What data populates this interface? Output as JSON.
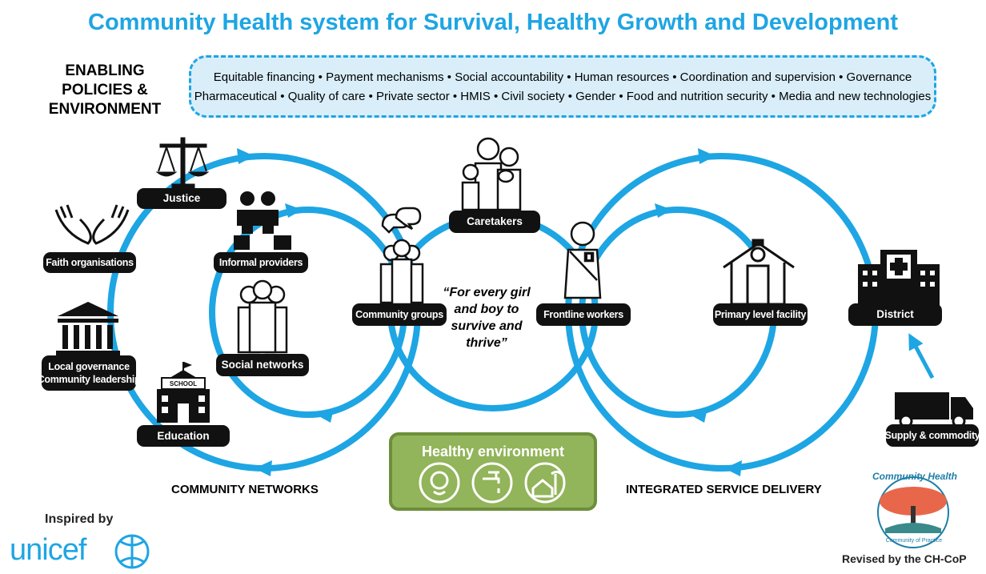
{
  "title": "Community Health system for Survival, Healthy Growth and Development",
  "enabling": {
    "label_lines": [
      "ENABLING",
      "POLICIES &",
      "ENVIRONMENT"
    ],
    "line1": "Equitable financing • Payment mechanisms • Social accountability • Human resources • Coordination and supervision • Governance",
    "line2": "Pharmaceutical • Quality of care • Private sector • HMIS • Civil society • Gender • Food and nutrition security • Media and new technologies"
  },
  "nodes": {
    "justice": "Justice",
    "faith": "Faith organisations",
    "informal": "Informal providers",
    "local_gov_1": "Local governance",
    "local_gov_2": "Community leadership",
    "social": "Social networks",
    "education": "Education",
    "school_sign": "SCHOOL",
    "community_groups": "Community groups",
    "caretakers": "Caretakers",
    "frontline": "Frontline workers",
    "primary": "Primary level facility",
    "district": "District",
    "supply": "Supply & commodity"
  },
  "quote_lines": [
    "“For every girl",
    "and boy to",
    "survive and",
    "thrive”"
  ],
  "sections": {
    "community_networks": "COMMUNITY NETWORKS",
    "integrated": "INTEGRATED SERVICE DELIVERY"
  },
  "healthy": {
    "title": "Healthy environment",
    "icons": [
      "baby-face-icon",
      "water-tap-icon",
      "house-palm-icon"
    ]
  },
  "footer": {
    "inspired": "Inspired by",
    "unicef": "unicef",
    "chcop_title": "Community Health",
    "chcop_sub": "Community of Practice",
    "revised": "Revised by the CH-CoP"
  },
  "colors": {
    "accent": "#1ea5e3",
    "pill": "#111111",
    "box_bg": "#d9eef9",
    "green": "#92b45a",
    "green_border": "#6d8e3a"
  }
}
